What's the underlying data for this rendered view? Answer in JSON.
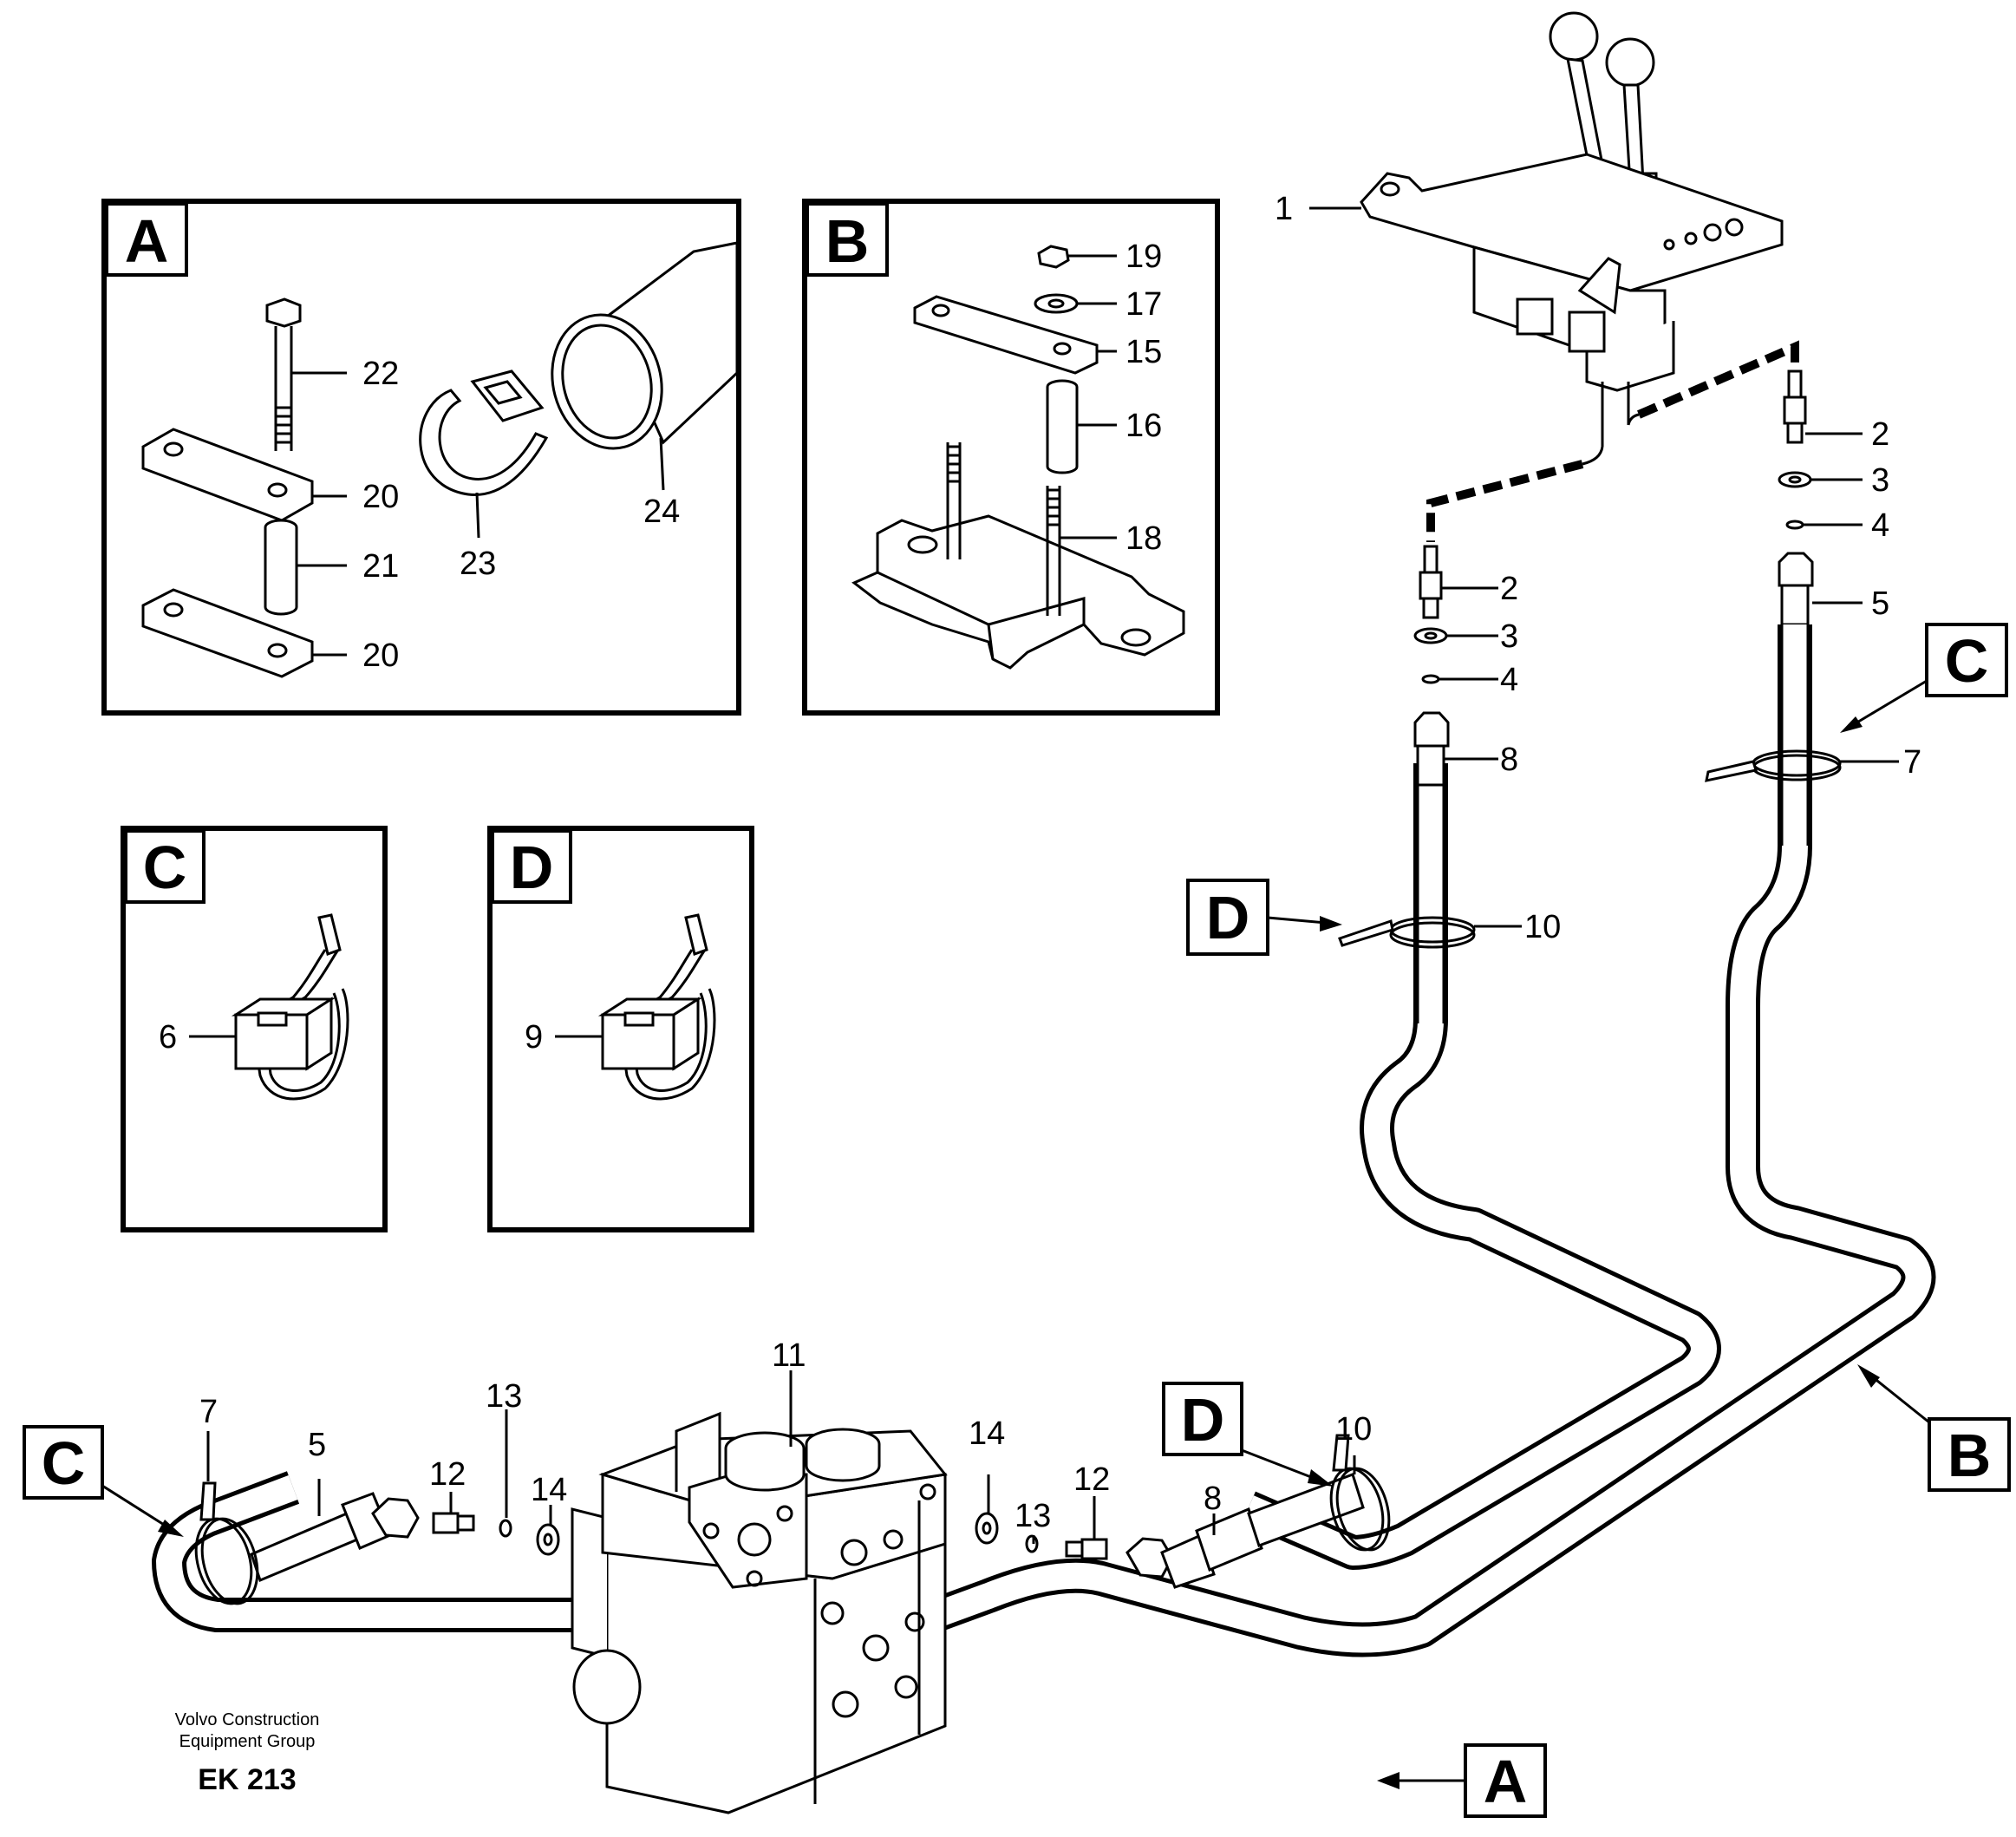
{
  "detail_boxes": {
    "A": {
      "letter": "A",
      "labels": {
        "22": "22",
        "20a": "20",
        "21": "21",
        "20b": "20",
        "23": "23",
        "24": "24"
      }
    },
    "B": {
      "letter": "B",
      "labels": {
        "19": "19",
        "17": "17",
        "15": "15",
        "16": "16",
        "18": "18"
      }
    },
    "C": {
      "letter": "C",
      "labels": {
        "6": "6"
      }
    },
    "D": {
      "letter": "D",
      "labels": {
        "9": "9"
      }
    }
  },
  "callouts": {
    "1": "1",
    "r2": "2",
    "r3": "3",
    "r4": "4",
    "r5": "5",
    "r7": "7",
    "l2": "2",
    "l3": "3",
    "l4": "4",
    "l8": "8",
    "l10": "10",
    "b7": "7",
    "b5": "5",
    "b12a": "12",
    "b13a": "13",
    "b14a": "14",
    "b11": "11",
    "b14b": "14",
    "b13b": "13",
    "b12b": "12",
    "b8": "8",
    "b10": "10"
  },
  "reference_tags": {
    "C_right": "C",
    "D_mid": "D",
    "C_left": "C",
    "D_bottom": "D",
    "B_right": "B",
    "A_bottom": "A"
  },
  "footer": {
    "line1": "Volvo Construction",
    "line2": "Equipment Group",
    "code": "EK 213"
  }
}
